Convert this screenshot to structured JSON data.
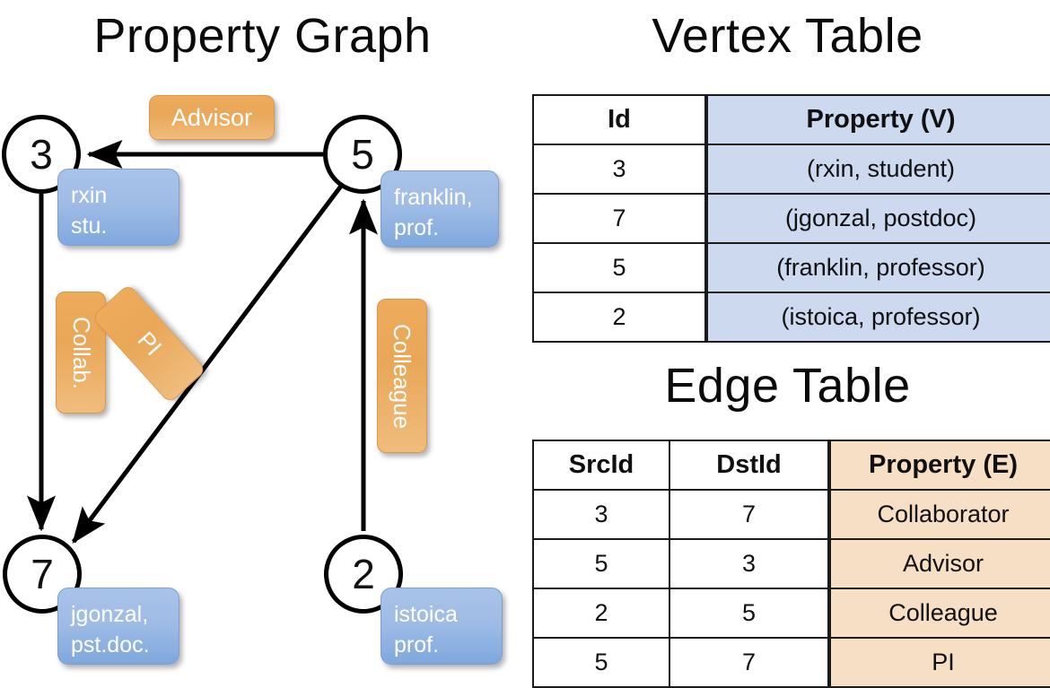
{
  "titles": {
    "property_graph": "Property Graph",
    "vertex_table": "Vertex Table",
    "edge_table": "Edge Table"
  },
  "colors": {
    "vertex_property_fill": "#ccd9ef",
    "edge_property_fill": "#f6dfc4",
    "node_box_blue": "#9fbce6",
    "edge_label_orange": "#e9a757",
    "stroke": "#000000"
  },
  "graph": {
    "nodes": [
      {
        "id": "3",
        "property_lines": [
          "rxin",
          "stu."
        ]
      },
      {
        "id": "5",
        "property_lines": [
          "franklin,",
          "prof."
        ]
      },
      {
        "id": "7",
        "property_lines": [
          "jgonzal,",
          "pst.doc."
        ]
      },
      {
        "id": "2",
        "property_lines": [
          "istoica",
          "prof."
        ]
      }
    ],
    "edge_labels": [
      {
        "name": "advisor",
        "text": "Advisor",
        "orientation": "horizontal"
      },
      {
        "name": "collab",
        "text": "Collab.",
        "orientation": "vertical"
      },
      {
        "name": "pi",
        "text": "PI",
        "orientation": "diagonal"
      },
      {
        "name": "colleague",
        "text": "Colleague",
        "orientation": "vertical"
      }
    ]
  },
  "vertex_table": {
    "headers": [
      "Id",
      "Property (V)"
    ],
    "rows": [
      {
        "id": "3",
        "property": "(rxin, student)"
      },
      {
        "id": "7",
        "property": "(jgonzal, postdoc)"
      },
      {
        "id": "5",
        "property": "(franklin, professor)"
      },
      {
        "id": "2",
        "property": "(istoica, professor)"
      }
    ]
  },
  "edge_table": {
    "headers": [
      "SrcId",
      "DstId",
      "Property (E)"
    ],
    "rows": [
      {
        "src": "3",
        "dst": "7",
        "property": "Collaborator"
      },
      {
        "src": "5",
        "dst": "3",
        "property": "Advisor"
      },
      {
        "src": "2",
        "dst": "5",
        "property": "Colleague"
      },
      {
        "src": "5",
        "dst": "7",
        "property": "PI"
      }
    ]
  }
}
